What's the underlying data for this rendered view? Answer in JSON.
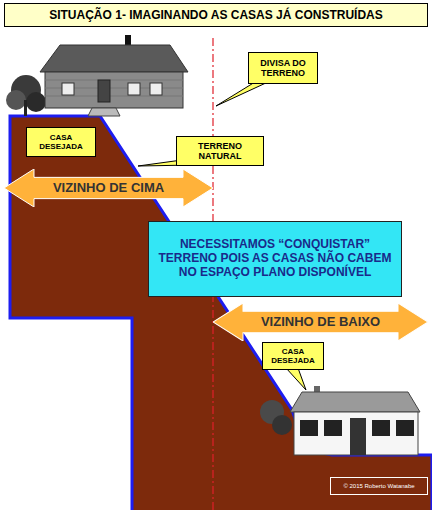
{
  "diagram": {
    "title": "SITUAÇÃO 1- IMAGINANDO AS CASAS JÁ CONSTRUÍDAS",
    "nodes": [
      {
        "text": [
          "CASA DESEJADA"
        ]
      },
      {
        "text": [
          "DIVISA DO TERRENO"
        ]
      },
      {
        "text": [
          "TERRENO NATURAL"
        ]
      },
      {
        "text": [
          "VIZINHO DE CIMA"
        ]
      },
      {
        "text": [
          "NECESSITAMOS “CONQUISTAR” TERRENO POIS AS CASAS NÃO CABEM NO ESPAÇO PLANO DISPONÍVEL"
        ]
      },
      {
        "text": [
          "VIZINHO DE BAIXO"
        ]
      },
      {
        "text": [
          "CASA DESEJADA"
        ]
      },
      {
        "text": [
          "© 2015 Roberto Watanabe"
        ]
      }
    ]
  }
}
